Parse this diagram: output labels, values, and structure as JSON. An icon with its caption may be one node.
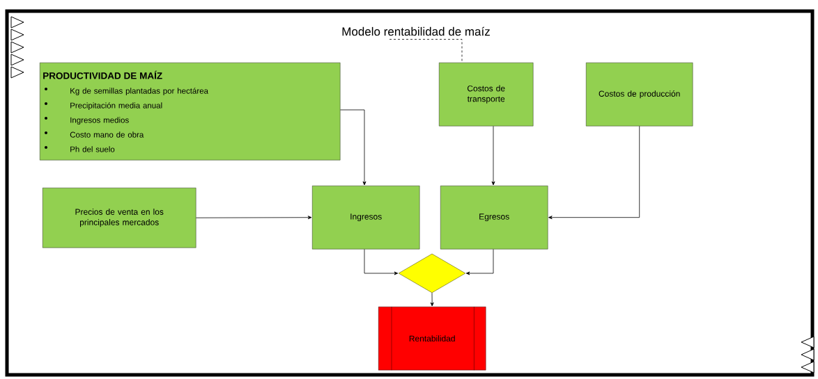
{
  "diagram": {
    "nodes": [
      {
        "text": [
          "Modelo rentabilidad de maíz"
        ]
      },
      {
        "text": [
          "PRODUCTIVIDAD DE MAÍZ",
          "Kg de semillas plantadas por hectárea",
          "Precipitación media anual",
          "Ingresos medios",
          "Costo mano de obra",
          "Ph del suelo"
        ]
      },
      {
        "text": [
          "Costos de transporte"
        ]
      },
      {
        "text": [
          "Costos de producción"
        ]
      },
      {
        "text": [
          "Precios de venta en los principales mercados"
        ]
      },
      {
        "text": [
          "Ingresos"
        ]
      },
      {
        "text": [
          "Egresos"
        ]
      },
      {
        "text": [],
        "shape": "diamond"
      },
      {
        "text": [
          "Rentabilidad"
        ]
      }
    ],
    "edges": [
      {
        "from": 0,
        "to": 2,
        "arrow": "none",
        "style": "dashed"
      },
      {
        "from": 1,
        "to": 5,
        "arrow": "to"
      },
      {
        "from": 2,
        "to": 6,
        "arrow": "to"
      },
      {
        "from": 3,
        "to": 6,
        "arrow": "to"
      },
      {
        "from": 4,
        "to": 5,
        "arrow": "to"
      },
      {
        "from": 5,
        "to": 7,
        "arrow": "to"
      },
      {
        "from": 6,
        "to": 7,
        "arrow": "to"
      },
      {
        "from": 7,
        "to": 8,
        "arrow": "to"
      }
    ]
  }
}
